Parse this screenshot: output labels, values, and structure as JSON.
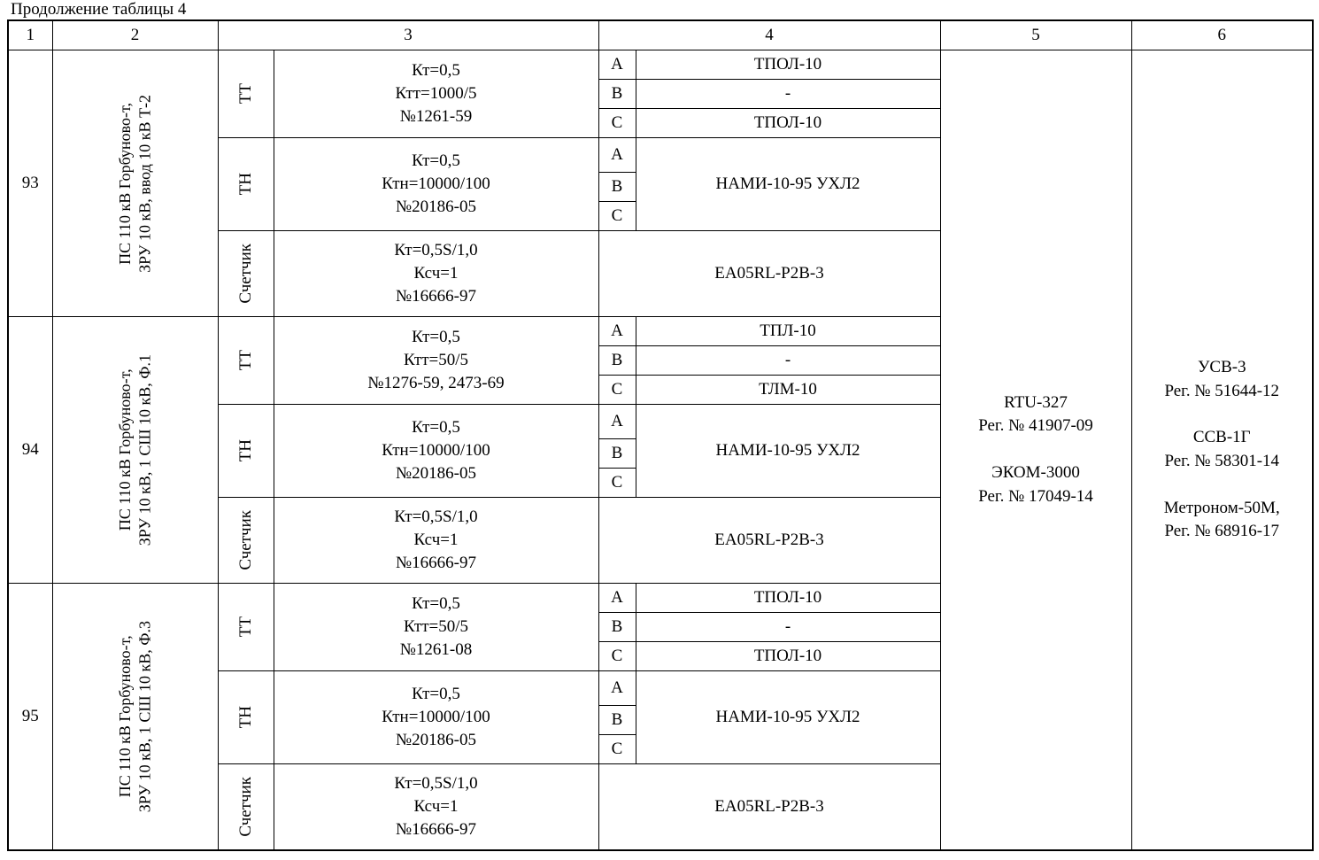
{
  "document": {
    "caption": "Продолжение таблицы 4"
  },
  "table": {
    "column_numbers": [
      "1",
      "2",
      "3",
      "4",
      "5",
      "6"
    ],
    "phase_labels": {
      "a": "A",
      "b": "B",
      "c": "C"
    },
    "device_types": {
      "tt": "ТТ",
      "tn": "ТН",
      "counter": "Счетчик"
    },
    "rows": [
      {
        "index": "93",
        "object_line1": "ПС 110 кВ Горбуново-т,",
        "object_line2": "ЗРУ 10 кВ, ввод 10 кВ Т-2",
        "tt": {
          "label": "ТТ",
          "params": [
            "Кт=0,5",
            "Ктт=1000/5",
            "№1261-59"
          ],
          "phase_a": "ТПОЛ-10",
          "phase_b": "-",
          "phase_c": "ТПОЛ-10"
        },
        "tn": {
          "label": "ТН",
          "params": [
            "Кт=0,5",
            "Ктн=10000/100",
            "№20186-05"
          ],
          "equipment": "НАМИ-10-95 УХЛ2"
        },
        "counter": {
          "label": "Счетчик",
          "params": [
            "Кт=0,5S/1,0",
            "Ксч=1",
            "№16666-97"
          ],
          "equipment": "EA05RL-P2B-3"
        }
      },
      {
        "index": "94",
        "object_line1": "ПС 110 кВ Горбуново-т,",
        "object_line2": "ЗРУ 10 кВ, 1 СШ 10 кВ, Ф.1",
        "tt": {
          "label": "ТТ",
          "params": [
            "Кт=0,5",
            "Ктт=50/5",
            "№1276-59, 2473-69"
          ],
          "phase_a": "ТПЛ-10",
          "phase_b": "-",
          "phase_c": "ТЛМ-10"
        },
        "tn": {
          "label": "ТН",
          "params": [
            "Кт=0,5",
            "Ктн=10000/100",
            "№20186-05"
          ],
          "equipment": "НАМИ-10-95 УХЛ2"
        },
        "counter": {
          "label": "Счетчик",
          "params": [
            "Кт=0,5S/1,0",
            "Ксч=1",
            "№16666-97"
          ],
          "equipment": "EA05RL-P2B-3"
        }
      },
      {
        "index": "95",
        "object_line1": "ПС 110 кВ Горбуново-т,",
        "object_line2": "ЗРУ 10 кВ, 1 СШ 10 кВ, Ф.3",
        "tt": {
          "label": "ТТ",
          "params": [
            "Кт=0,5",
            "Ктт=50/5",
            "№1261-08"
          ],
          "phase_a": "ТПОЛ-10",
          "phase_b": "-",
          "phase_c": "ТПОЛ-10"
        },
        "tn": {
          "label": "ТН",
          "params": [
            "Кт=0,5",
            "Ктн=10000/100",
            "№20186-05"
          ],
          "equipment": "НАМИ-10-95 УХЛ2"
        },
        "counter": {
          "label": "Счетчик",
          "params": [
            "Кт=0,5S/1,0",
            "Ксч=1",
            "№16666-97"
          ],
          "equipment": "EA05RL-P2B-3"
        }
      }
    ],
    "column5": {
      "items": [
        {
          "name": "RTU-327",
          "reg": "Рег. № 41907-09"
        },
        {
          "name": "ЭКОМ-3000",
          "reg": "Рег. № 17049-14"
        }
      ]
    },
    "column6": {
      "items": [
        {
          "name": "УСВ-3",
          "reg": "Рег. № 51644-12"
        },
        {
          "name": "ССВ-1Г",
          "reg": "Рег. № 58301-14"
        },
        {
          "name": "Метроном-50М,",
          "reg": "Рег. № 68916-17"
        }
      ]
    }
  }
}
